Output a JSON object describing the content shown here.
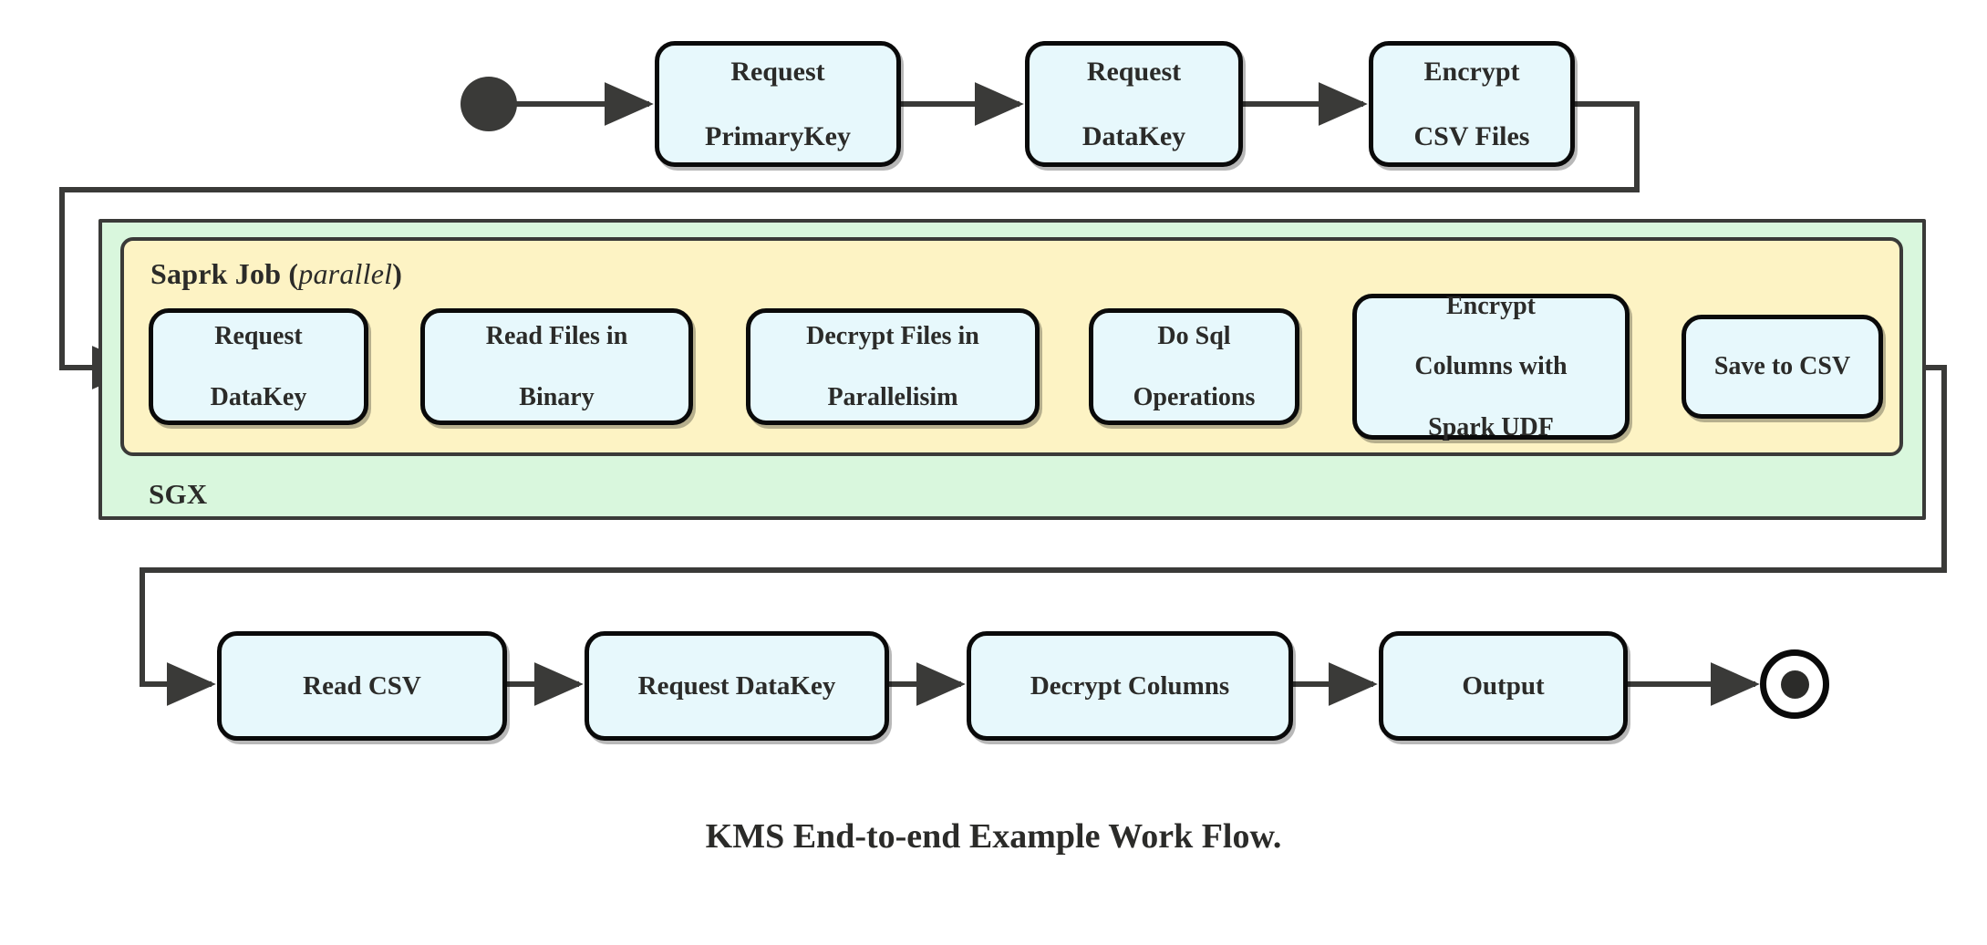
{
  "diagram": {
    "title": "KMS End-to-end Example Work Flow.",
    "colors": {
      "node_fill": "#e7f8fc",
      "node_stroke": "#0a0a0a",
      "sgx_fill": "#d9f7dd",
      "spark_fill": "#fdf3c4",
      "wire": "#3a3a38",
      "text": "#2b2b29"
    },
    "start_marker": "filled-circle-start",
    "end_marker": "bullseye-end",
    "containers": {
      "sgx": {
        "label": "SGX"
      },
      "spark": {
        "label_bold": "Saprk Job",
        "label_open_paren": "(",
        "label_italic": "parallel",
        "label_close_paren": ")"
      }
    },
    "rows": {
      "top": [
        {
          "id": "request-primarykey",
          "lines": [
            "Request",
            "PrimaryKey"
          ]
        },
        {
          "id": "request-datakey-top",
          "lines": [
            "Request",
            "DataKey"
          ]
        },
        {
          "id": "encrypt-csv-files",
          "lines": [
            "Encrypt",
            "CSV Files"
          ]
        }
      ],
      "spark": [
        {
          "id": "request-datakey-spark",
          "lines": [
            "Request",
            "DataKey"
          ]
        },
        {
          "id": "read-files-in-binary",
          "lines": [
            "Read Files in",
            "Binary"
          ]
        },
        {
          "id": "decrypt-files-in-parallelisim",
          "lines": [
            "Decrypt Files in",
            "Parallelisim"
          ]
        },
        {
          "id": "do-sql-operations",
          "lines": [
            "Do Sql",
            "Operations"
          ]
        },
        {
          "id": "encrypt-columns-with-spark-udf",
          "lines": [
            "Encrypt",
            "Columns with",
            "Spark UDF"
          ]
        },
        {
          "id": "save-to-csv",
          "lines": [
            "Save to CSV"
          ]
        }
      ],
      "bottom": [
        {
          "id": "read-csv",
          "lines": [
            "Read CSV"
          ]
        },
        {
          "id": "request-datakey-bottom",
          "lines": [
            "Request DataKey"
          ]
        },
        {
          "id": "decrypt-columns",
          "lines": [
            "Decrypt Columns"
          ]
        },
        {
          "id": "output",
          "lines": [
            "Output"
          ]
        }
      ]
    }
  }
}
